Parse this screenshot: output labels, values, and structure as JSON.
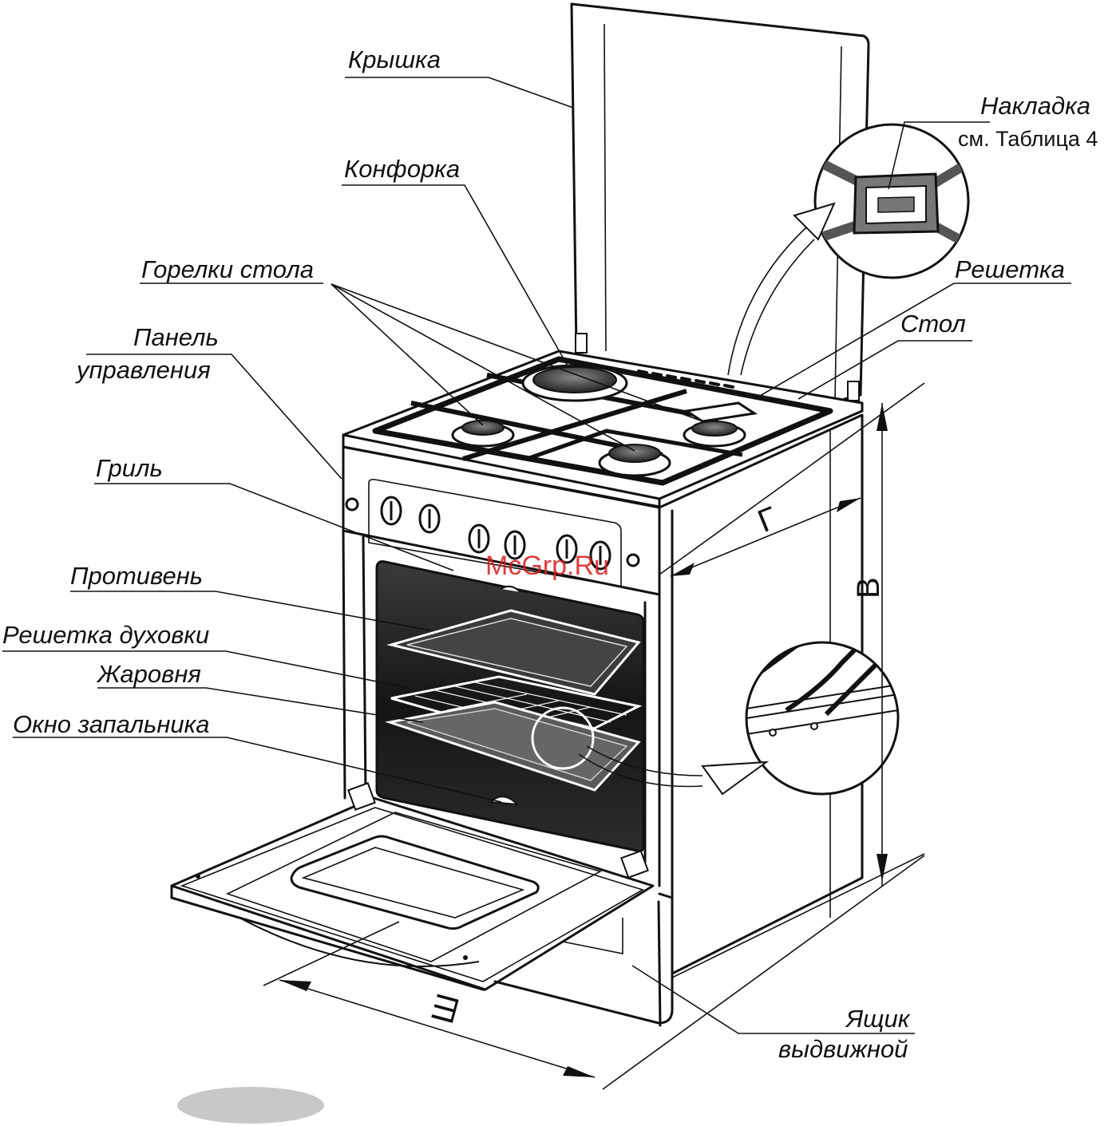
{
  "labels": {
    "lid": "Крышка",
    "burner": "Конфорка",
    "cover": "Накладка",
    "cover_ref": "см. Таблица 4",
    "hob_burners": "Горелки стола",
    "control_panel_1": "Панель",
    "control_panel_2": "управления",
    "grid": "Решетка",
    "table": "Стол",
    "grill": "Гриль",
    "baking_tray": "Противень",
    "oven_rack": "Решетка духовки",
    "roasting_pan": "Жаровня",
    "igniter_window": "Окно запальника",
    "drawer_1": "Ящик",
    "drawer_2": "выдвижной"
  },
  "dimensions": {
    "depth": "Г",
    "height": "В",
    "width": "Ш"
  },
  "watermark": "McGrp.Ru",
  "colors": {
    "line": "#111111",
    "glass": "#1a1a1a",
    "watermark": "#d51e1e",
    "blob": "#c8c8c8"
  }
}
